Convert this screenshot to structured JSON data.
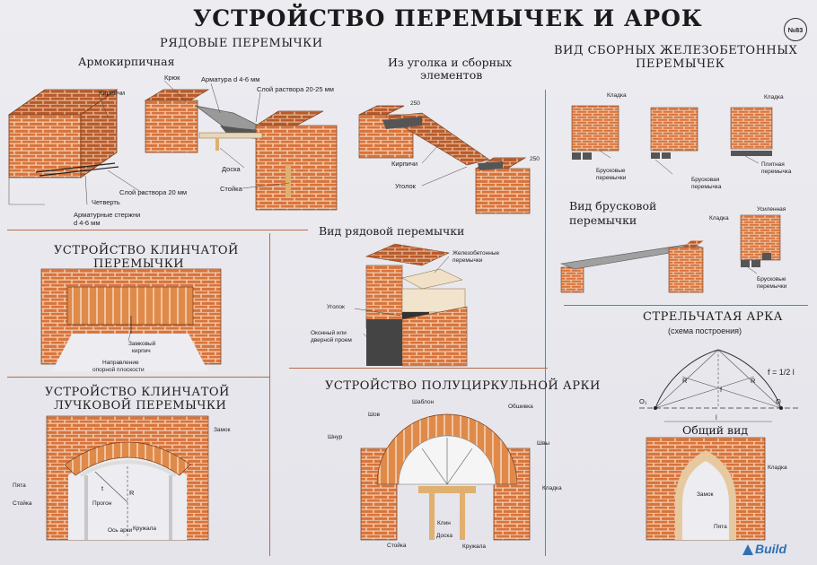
{
  "title": "УСТРОЙСТВО ПЕРЕМЫЧЕК И АРОК",
  "badge": "№83",
  "logo": "Build",
  "sections": {
    "ryadovye": {
      "heading": "РЯДОВЫЕ ПЕРЕМЫЧКИ",
      "armo_title": "Армокирпичная",
      "ugolok_title_1": "Из уголка и сборных",
      "ugolok_title_2": "элементов"
    },
    "sbornye": {
      "heading_1": "ВИД СБОРНЫХ ЖЕЛЕЗОБЕТОННЫХ",
      "heading_2": "ПЕРЕМЫЧЕК"
    },
    "bruskovaya": {
      "heading_1": "Вид брусковой",
      "heading_2": "перемычки"
    },
    "klinchataya": {
      "heading_1": "УСТРОЙСТВО КЛИНЧАТОЙ",
      "heading_2": "ПЕРЕМЫЧКИ"
    },
    "vid_ryadovoy": {
      "heading": "Вид рядовой перемычки"
    },
    "luchkovaya": {
      "heading_1": "УСТРОЙСТВО КЛИНЧАТОЙ",
      "heading_2": "ЛУЧКОВОЙ ПЕРЕМЫЧКИ"
    },
    "polucirk": {
      "heading": "УСТРОЙСТВО ПОЛУЦИРКУЛЬНОЙ АРКИ"
    },
    "strelchataya": {
      "heading": "СТРЕЛЬЧАТАЯ АРКА",
      "subheading": "(схема построения)",
      "formula": "f = 1/2 l",
      "obshiy": "Общий вид"
    }
  },
  "labels": {
    "kirpichi_1": "Кирпичи",
    "kryuk": "Крюк",
    "armatura": "Арматура d 4-6 мм",
    "sloy_20_25": "Слой раствора 20-25 мм",
    "sloy_20": "Слой раствора 20 мм",
    "chetvert": "Четверть",
    "arm_sterzhni_1": "Арматурные стержни",
    "arm_sterzhni_2": "d 4-6 мм",
    "doska_1": "Доска",
    "stoyka_1": "Стойка",
    "kirpichi_2": "Кирпичи",
    "ugolok_1": "Уголок",
    "dim_250a": "250",
    "dim_250b": "250",
    "kladka_1": "Кладка",
    "kladka_2": "Кладка",
    "bruskovye_1a": "Брусковые",
    "bruskovye_1b": "перемычки",
    "bruskovaya_2a": "Брусковая",
    "bruskovaya_2b": "перемычка",
    "plitnaya_a": "Плитная",
    "plitnaya_b": "перемычка",
    "kladka_3": "Кладка",
    "usilennaya": "Усиленная",
    "bruskovye_3a": "Брусковые",
    "bruskovye_3b": "перемычки",
    "zamkovy_a": "Замковый",
    "zamkovy_b": "кирпич",
    "napravlenie_a": "Направление",
    "napravlenie_b": "опорной плоскости",
    "zhb_a": "Железобетонные",
    "zhb_b": "перемычки",
    "ugolok_2": "Уголок",
    "okonny_a": "Оконный или",
    "okonny_b": "дверной проем",
    "zamok_1": "Замок",
    "pyata_1": "Пята",
    "stoyka_2": "Стойка",
    "progon": "Прогон",
    "kruzhala_1": "Кружала",
    "os_arki": "Ось арки",
    "r_1": "R",
    "t_1": "t",
    "shov": "Шов",
    "shablon": "Шаблон",
    "obshivka": "Обшивка",
    "shnur": "Шнур",
    "shvy": "Швы",
    "kladka_4": "Кладка",
    "klin": "Клин",
    "doska_2": "Доска",
    "stoyka_3": "Стойка",
    "kruzhala_2": "Кружала",
    "o1": "O₁",
    "o": "O",
    "r_2": "R",
    "r_3": "R",
    "l": "l",
    "f": "f",
    "kladka_5": "Кладка",
    "zamok_2": "Замок",
    "pyata_2": "Пята"
  },
  "colors": {
    "brick": "#d9733a",
    "brick_dark": "#b85a2a",
    "mortar": "#f2d2b8",
    "concrete": "#4a4a4a",
    "divider": "#b86b4a"
  }
}
